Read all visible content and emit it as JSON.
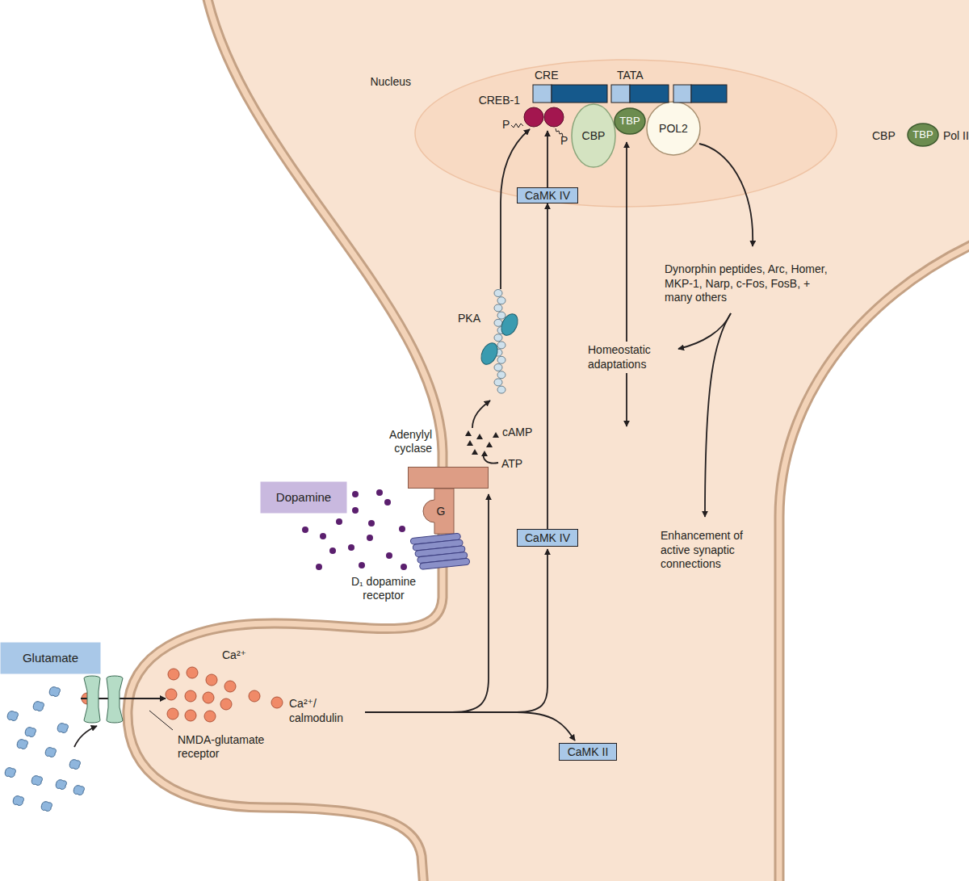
{
  "diagram": {
    "nodes": [
      {
        "text": [
          "Nucleus"
        ]
      },
      {
        "text": [
          "CREB-1"
        ],
        "in": 0
      },
      {
        "text": [
          "CBP"
        ],
        "in": 0
      },
      {
        "text": [
          "TBP"
        ],
        "in": 0
      },
      {
        "text": [
          "POL2"
        ],
        "in": 0
      },
      {
        "text": [
          "CaMK IV"
        ]
      },
      {
        "text": [
          "PKA"
        ]
      },
      {
        "text": [
          "Adenylyl cyclase"
        ]
      },
      {
        "text": [
          "G"
        ]
      },
      {
        "text": [
          "D₁ dopamine receptor"
        ]
      },
      {
        "text": [
          "Dopamine"
        ]
      },
      {
        "text": [
          "CaMK IV"
        ]
      },
      {
        "text": [
          "Glutamate"
        ]
      },
      {
        "text": [
          "NMDA-glutamate receptor"
        ]
      },
      {
        "text": [
          "CaMK II"
        ]
      },
      {
        "text": [
          "TBP"
        ]
      }
    ],
    "edges": [
      {
        "from": 11,
        "to": 5,
        "arrow": "to"
      },
      {
        "from": 5,
        "to": 1,
        "arrow": "to"
      },
      {
        "from": 6,
        "to": 1,
        "arrow": "to"
      }
    ],
    "labels": [
      "Ca²⁺",
      "Ca²⁺/ calmodulin",
      "cAMP",
      "ATP",
      "P",
      "P",
      "CRE",
      "TATA",
      "CBP",
      "Pol II",
      "Dynorphin peptides, Arc, Homer, MKP-1, Narp, c-Fos, FosB, + many others",
      "Homeostatic adaptations",
      "Enhancement of active synaptic connections"
    ]
  }
}
